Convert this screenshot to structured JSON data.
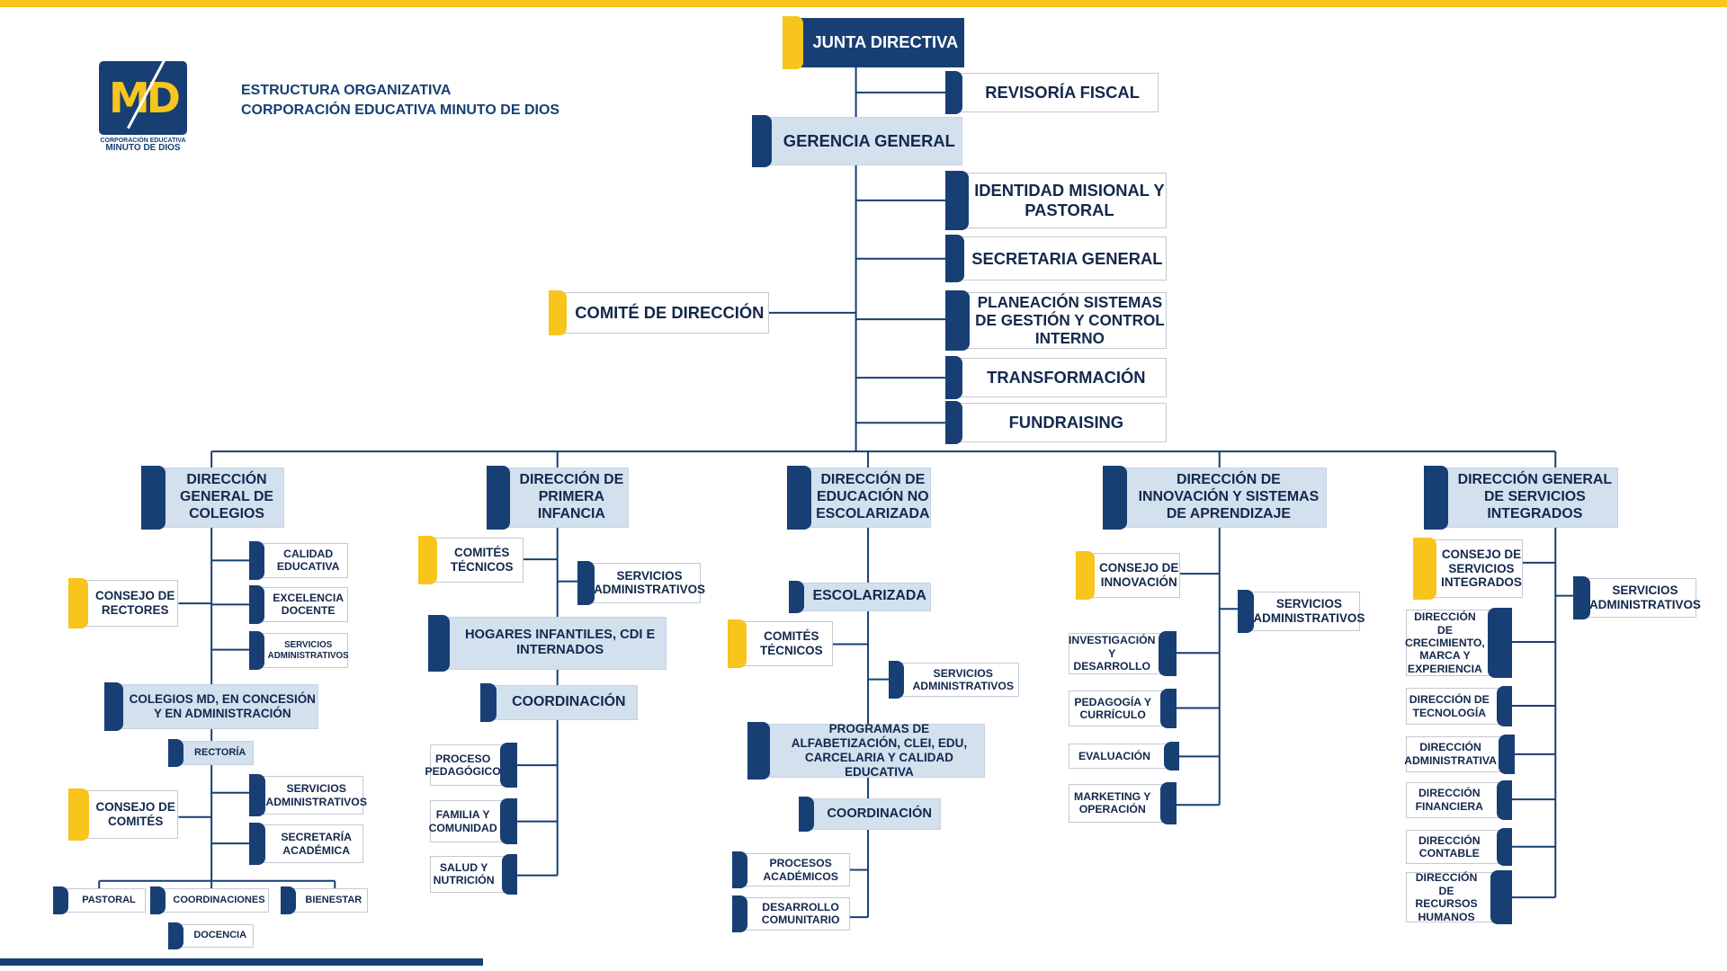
{
  "header": {
    "title_line1": "ESTRUCTURA ORGANIZATIVA",
    "title_line2": "CORPORACIÓN EDUCATIVA MINUTO DE DIOS",
    "logo_text": "MD",
    "logo_caption_line1": "CORPORACIÓN EDUCATIVA",
    "logo_caption_line2": "MINUTO DE DIOS"
  },
  "colors": {
    "navy": "#173f74",
    "gold": "#f7c51c",
    "light_blue": "#d3e0ee",
    "white": "#ffffff"
  },
  "nodes": {
    "junta": "JUNTA DIRECTIVA",
    "revisoria": "REVISORÍA FISCAL",
    "gerencia": "GERENCIA GENERAL",
    "identidad": "IDENTIDAD MISIONAL Y PASTORAL",
    "secretaria": "SECRETARIA GENERAL",
    "planeacion": "PLANEACIÓN SISTEMAS DE GESTIÓN Y CONTROL INTERNO",
    "transformacion": "TRANSFORMACIÓN",
    "fundraising": "FUNDRAISING",
    "comite_direccion": "COMITÉ DE DIRECCIÓN",
    "dir_colegios": "DIRECCIÓN GENERAL DE COLEGIOS",
    "calidad": "CALIDAD EDUCATIVA",
    "excelencia": "EXCELENCIA DOCENTE",
    "serv_adm_col": "SERVICIOS ADMINISTRATIVOS",
    "consejo_rectores": "CONSEJO DE RECTORES",
    "colegios_md": "COLEGIOS MD, EN CONCESIÓN Y EN ADMINISTRACIÓN",
    "rectoria": "RECTORÍA",
    "serv_adm_rect": "SERVICIOS ADMINISTRATIVOS",
    "secretaria_acad": "SECRETARÍA ACADÉMICA",
    "consejo_comites": "CONSEJO DE COMITÉS",
    "pastoral": "PASTORAL",
    "coordinaciones": "COORDINACIONES",
    "bienestar": "BIENESTAR",
    "docencia": "DOCENCIA",
    "dir_primera": "DIRECCIÓN DE PRIMERA INFANCIA",
    "comites_tec_pi": "COMITÉS TÉCNICOS",
    "serv_adm_pi": "SERVICIOS ADMINISTRATIVOS",
    "hogares": "HOGARES INFANTILES, CDI E INTERNADOS",
    "coord_pi": "COORDINACIÓN",
    "proceso_ped": "PROCESO PEDAGÓGICO",
    "familia": "FAMILIA Y COMUNIDAD",
    "salud": "SALUD Y NUTRICIÓN",
    "dir_no_esc": "DIRECCIÓN DE EDUCACIÓN NO ESCOLARIZADA",
    "escolarizada": "ESCOLARIZADA",
    "comites_tec_ne": "COMITÉS TÉCNICOS",
    "serv_adm_ne": "SERVICIOS ADMINISTRATIVOS",
    "programas": "PROGRAMAS DE ALFABETIZACIÓN, CLEI, EDU, CARCELARIA Y CALIDAD EDUCATIVA",
    "coord_ne": "COORDINACIÓN",
    "procesos_acad": "PROCESOS ACADÉMICOS",
    "desarrollo_com": "DESARROLLO COMUNITARIO",
    "dir_innovacion": "DIRECCIÓN DE INNOVACIÓN Y SISTEMAS DE APRENDIZAJE",
    "consejo_innov": "CONSEJO DE INNOVACIÓN",
    "serv_adm_in": "SERVICIOS ADMINISTRATIVOS",
    "investigacion": "INVESTIGACIÓN Y DESARROLLO",
    "pedagogia": "PEDAGOGÍA Y CURRÍCULO",
    "evaluacion": "EVALUACIÓN",
    "marketing": "MARKETING Y OPERACIÓN",
    "dir_servicios": "DIRECCIÓN GENERAL DE SERVICIOS INTEGRADOS",
    "consejo_serv": "CONSEJO DE SERVICIOS INTEGRADOS",
    "serv_adm_si": "SERVICIOS ADMINISTRATIVOS",
    "crecimiento": "DIRECCIÓN DE CRECIMIENTO, MARCA Y EXPERIENCIA",
    "tecnologia": "DIRECCIÓN DE TECNOLOGÍA",
    "administrativa": "DIRECCIÓN ADMINISTRATIVA",
    "financiera": "DIRECCIÓN FINANCIERA",
    "contable": "DIRECCIÓN CONTABLE",
    "recursos": "DIRECCIÓN DE RECURSOS HUMANOS"
  }
}
